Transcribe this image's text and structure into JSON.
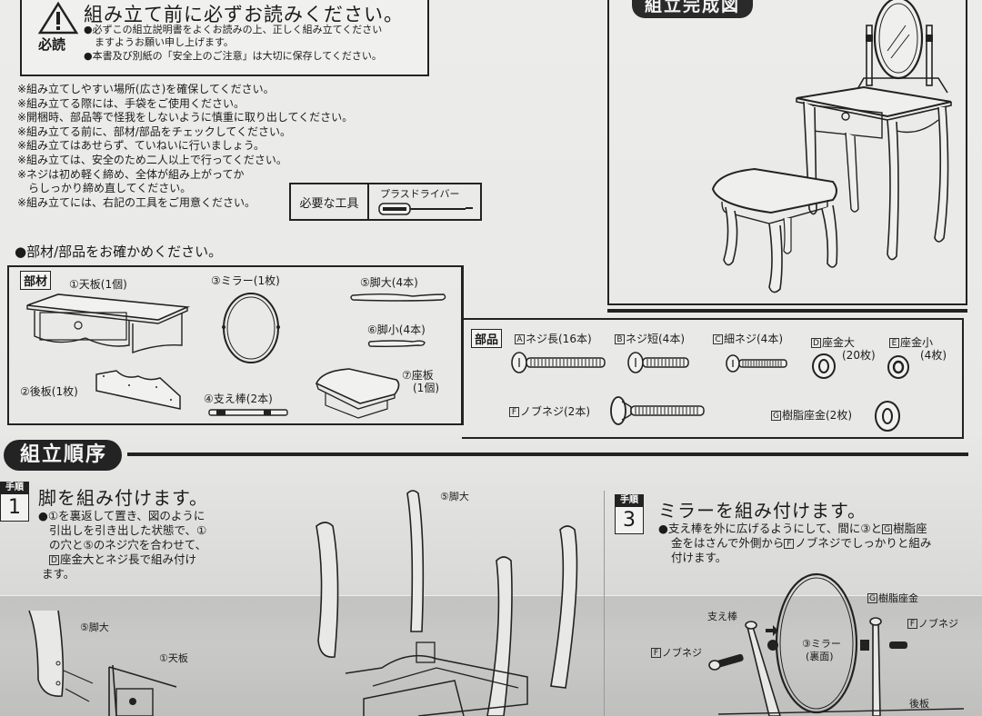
{
  "must_read": {
    "badge": "必読",
    "title": "組み立て前に必ずお読みください。",
    "bullets": [
      "●必ずこの組立説明書をよくお読みの上、正しく組み立てください",
      "ますようお願い申し上げます。",
      "●本書及び別紙の「安全上のご注意」は大切に保存してください。"
    ]
  },
  "notes": [
    "※組み立てしやすい場所(広さ)を確保してください。",
    "※組み立てる際には、手袋をご使用ください。",
    "※開梱時、部品等で怪我をしないように慎重に取り出してください。",
    "※組み立てる前に、部材/部品をチェックしてください。",
    "※組み立てはあせらず、ていねいに行いましょう。",
    "※組み立ては、安全のため二人以上で行ってください。",
    "※ネジは初め軽く締め、全体が組み上がってか",
    "　らしっかり締め直してください。",
    "※組み立てには、右記の工具をご用意ください。"
  ],
  "tools": {
    "label": "必要な工具",
    "item": "プラスドライバー"
  },
  "parts_check": {
    "heading": "●部材/部品をお確かめください。",
    "members_tag": "部材",
    "members": [
      {
        "id": "1",
        "label": "①天板(1個)"
      },
      {
        "id": "2",
        "label": "②後板(1枚)"
      },
      {
        "id": "3",
        "label": "③ミラー(1枚)"
      },
      {
        "id": "4",
        "label": "④支え棒(2本)"
      },
      {
        "id": "5",
        "label": "⑤脚大(4本)"
      },
      {
        "id": "6",
        "label": "⑥脚小(4本)"
      },
      {
        "id": "7",
        "label_line1": "⑦座板",
        "label_line2": "(1個)"
      }
    ],
    "hardware_tag": "部品",
    "hardware": [
      {
        "letter": "A",
        "name": "ネジ長(16本)"
      },
      {
        "letter": "B",
        "name": "ネジ短(4本)"
      },
      {
        "letter": "C",
        "name": "細ネジ(4本)"
      },
      {
        "letter": "D",
        "name": "座金大",
        "qty": "(20枚)"
      },
      {
        "letter": "E",
        "name": "座金小",
        "qty": "(4枚)"
      },
      {
        "letter": "F",
        "name": "ノブネジ(2本)"
      },
      {
        "letter": "G",
        "name": "樹脂座金(2枚)"
      }
    ]
  },
  "complete_diagram": {
    "title": "組立完成図"
  },
  "assembly": {
    "heading": "組立順序",
    "steps": [
      {
        "badge": "手順",
        "number": "1",
        "title": "脚を組み付けます。",
        "text": [
          "●①を裏返して置き、図のように",
          "引出しを引き出した状態で、①",
          "の穴と⑤のネジ穴を合わせて、",
          "座金大とネジ長で組み付け",
          "ます。"
        ],
        "text_letters": {
          "line4_a": "D",
          "line4_b": "A"
        },
        "callouts": {
          "leg_large_top": "⑤脚大",
          "leg_large_detail": "⑤脚大",
          "top_board": "①天板"
        }
      },
      {
        "badge": "手順",
        "number": "3",
        "title": "ミラーを組み付けます。",
        "text": [
          "●支え棒を外に広げるようにして、間に③と",
          "金をはさんで外側から",
          "付けます。"
        ],
        "text_parts": {
          "line1_letter": "G",
          "line1_tail": "樹脂座",
          "line2_letter": "F",
          "line2_tail": "ノブネジでしっかりと組み"
        },
        "callouts": {
          "support_bar": "支え棒",
          "knob_screw_left": "ノブネジ",
          "mirror_back_1": "③ミラー",
          "mirror_back_2": "(裏面)",
          "resin_washer": "樹脂座金",
          "knob_screw_right": "ノブネジ",
          "back_board": "後板"
        }
      }
    ]
  },
  "colors": {
    "paper": "#ebebe9",
    "ink": "#1b1b1b",
    "pill": "#232323"
  }
}
